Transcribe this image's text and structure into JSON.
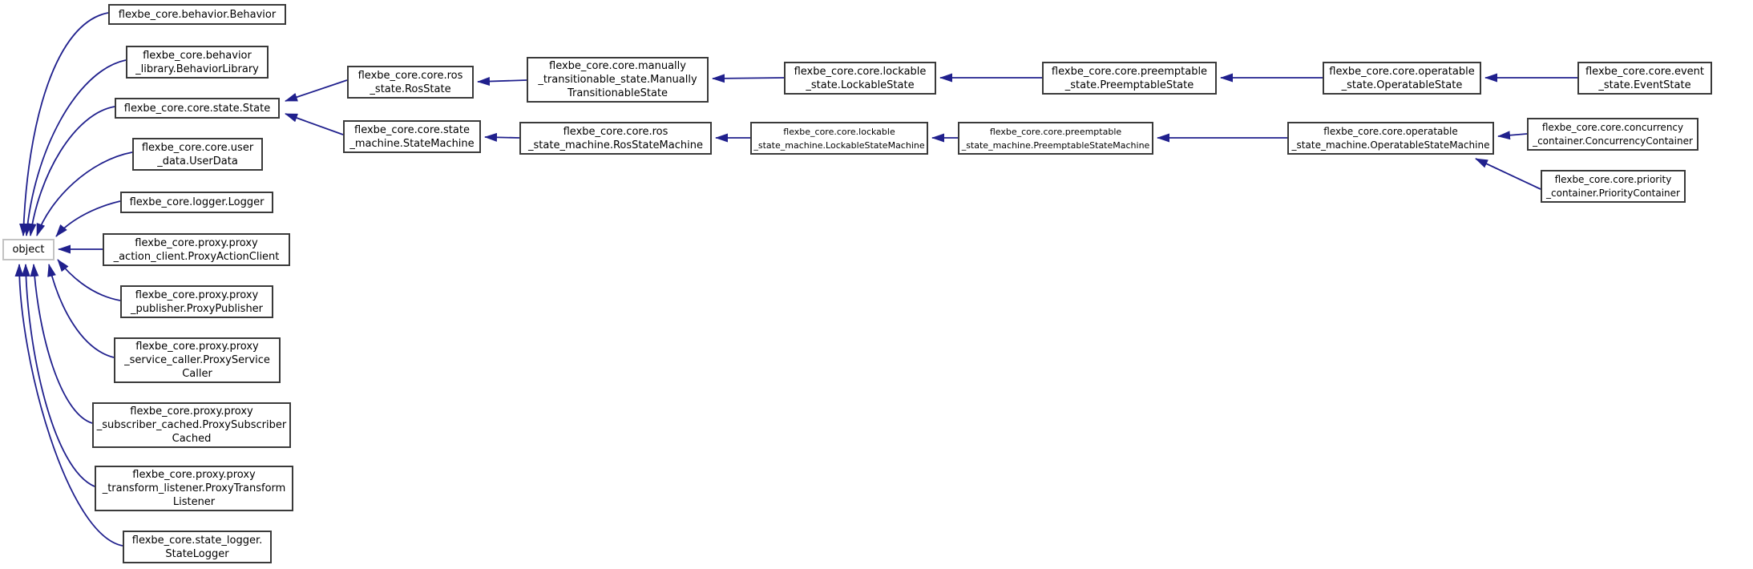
{
  "colors": {
    "edge": "#20208d",
    "node_border": "#3a3a3a",
    "object_node_border": "#c3c3c3",
    "node_fill": "#ffffff",
    "background": "#ffffff",
    "text": "#000000"
  },
  "nodes": {
    "object": {
      "label": "object"
    },
    "behavior": {
      "label": "flexbe_core.behavior.Behavior"
    },
    "behavior_library": {
      "label": "flexbe_core.behavior\n_library.BehaviorLibrary"
    },
    "state": {
      "label": "flexbe_core.core.state.State"
    },
    "user_data": {
      "label": "flexbe_core.core.user\n_data.UserData"
    },
    "logger": {
      "label": "flexbe_core.logger.Logger"
    },
    "proxy_action_client": {
      "label": "flexbe_core.proxy.proxy\n_action_client.ProxyActionClient"
    },
    "proxy_publisher": {
      "label": "flexbe_core.proxy.proxy\n_publisher.ProxyPublisher"
    },
    "proxy_service_caller": {
      "label": "flexbe_core.proxy.proxy\n_service_caller.ProxyService\nCaller"
    },
    "proxy_subscriber_cached": {
      "label": "flexbe_core.proxy.proxy\n_subscriber_cached.ProxySubscriber\nCached"
    },
    "proxy_transform_listener": {
      "label": "flexbe_core.proxy.proxy\n_transform_listener.ProxyTransform\nListener"
    },
    "state_logger": {
      "label": "flexbe_core.state_logger.\nStateLogger"
    },
    "ros_state": {
      "label": "flexbe_core.core.ros\n_state.RosState"
    },
    "manually_transitionable_state": {
      "label": "flexbe_core.core.manually\n_transitionable_state.Manually\nTransitionableState"
    },
    "lockable_state": {
      "label": "flexbe_core.core.lockable\n_state.LockableState"
    },
    "preemptable_state": {
      "label": "flexbe_core.core.preemptable\n_state.PreemptableState"
    },
    "operatable_state": {
      "label": "flexbe_core.core.operatable\n_state.OperatableState"
    },
    "event_state": {
      "label": "flexbe_core.core.event\n_state.EventState"
    },
    "state_machine": {
      "label": "flexbe_core.core.state\n_machine.StateMachine"
    },
    "ros_state_machine": {
      "label": "flexbe_core.core.ros\n_state_machine.RosStateMachine"
    },
    "lockable_state_machine": {
      "label": "flexbe_core.core.lockable\n_state_machine.LockableStateMachine"
    },
    "preemptable_state_machine": {
      "label": "flexbe_core.core.preemptable\n_state_machine.PreemptableStateMachine"
    },
    "operatable_state_machine": {
      "label": "flexbe_core.core.operatable\n_state_machine.OperatableStateMachine"
    },
    "concurrency_container": {
      "label": "flexbe_core.core.concurrency\n_container.ConcurrencyContainer"
    },
    "priority_container": {
      "label": "flexbe_core.core.priority\n_container.PriorityContainer"
    }
  },
  "edges": [
    {
      "from": "behavior",
      "to": "object"
    },
    {
      "from": "behavior_library",
      "to": "object"
    },
    {
      "from": "state",
      "to": "object"
    },
    {
      "from": "user_data",
      "to": "object"
    },
    {
      "from": "logger",
      "to": "object"
    },
    {
      "from": "proxy_action_client",
      "to": "object"
    },
    {
      "from": "proxy_publisher",
      "to": "object"
    },
    {
      "from": "proxy_service_caller",
      "to": "object"
    },
    {
      "from": "proxy_subscriber_cached",
      "to": "object"
    },
    {
      "from": "proxy_transform_listener",
      "to": "object"
    },
    {
      "from": "state_logger",
      "to": "object"
    },
    {
      "from": "ros_state",
      "to": "state"
    },
    {
      "from": "state_machine",
      "to": "state"
    },
    {
      "from": "manually_transitionable_state",
      "to": "ros_state"
    },
    {
      "from": "lockable_state",
      "to": "manually_transitionable_state"
    },
    {
      "from": "preemptable_state",
      "to": "lockable_state"
    },
    {
      "from": "operatable_state",
      "to": "preemptable_state"
    },
    {
      "from": "event_state",
      "to": "operatable_state"
    },
    {
      "from": "ros_state_machine",
      "to": "state_machine"
    },
    {
      "from": "lockable_state_machine",
      "to": "ros_state_machine"
    },
    {
      "from": "preemptable_state_machine",
      "to": "lockable_state_machine"
    },
    {
      "from": "operatable_state_machine",
      "to": "preemptable_state_machine"
    },
    {
      "from": "concurrency_container",
      "to": "operatable_state_machine"
    },
    {
      "from": "priority_container",
      "to": "operatable_state_machine"
    }
  ]
}
